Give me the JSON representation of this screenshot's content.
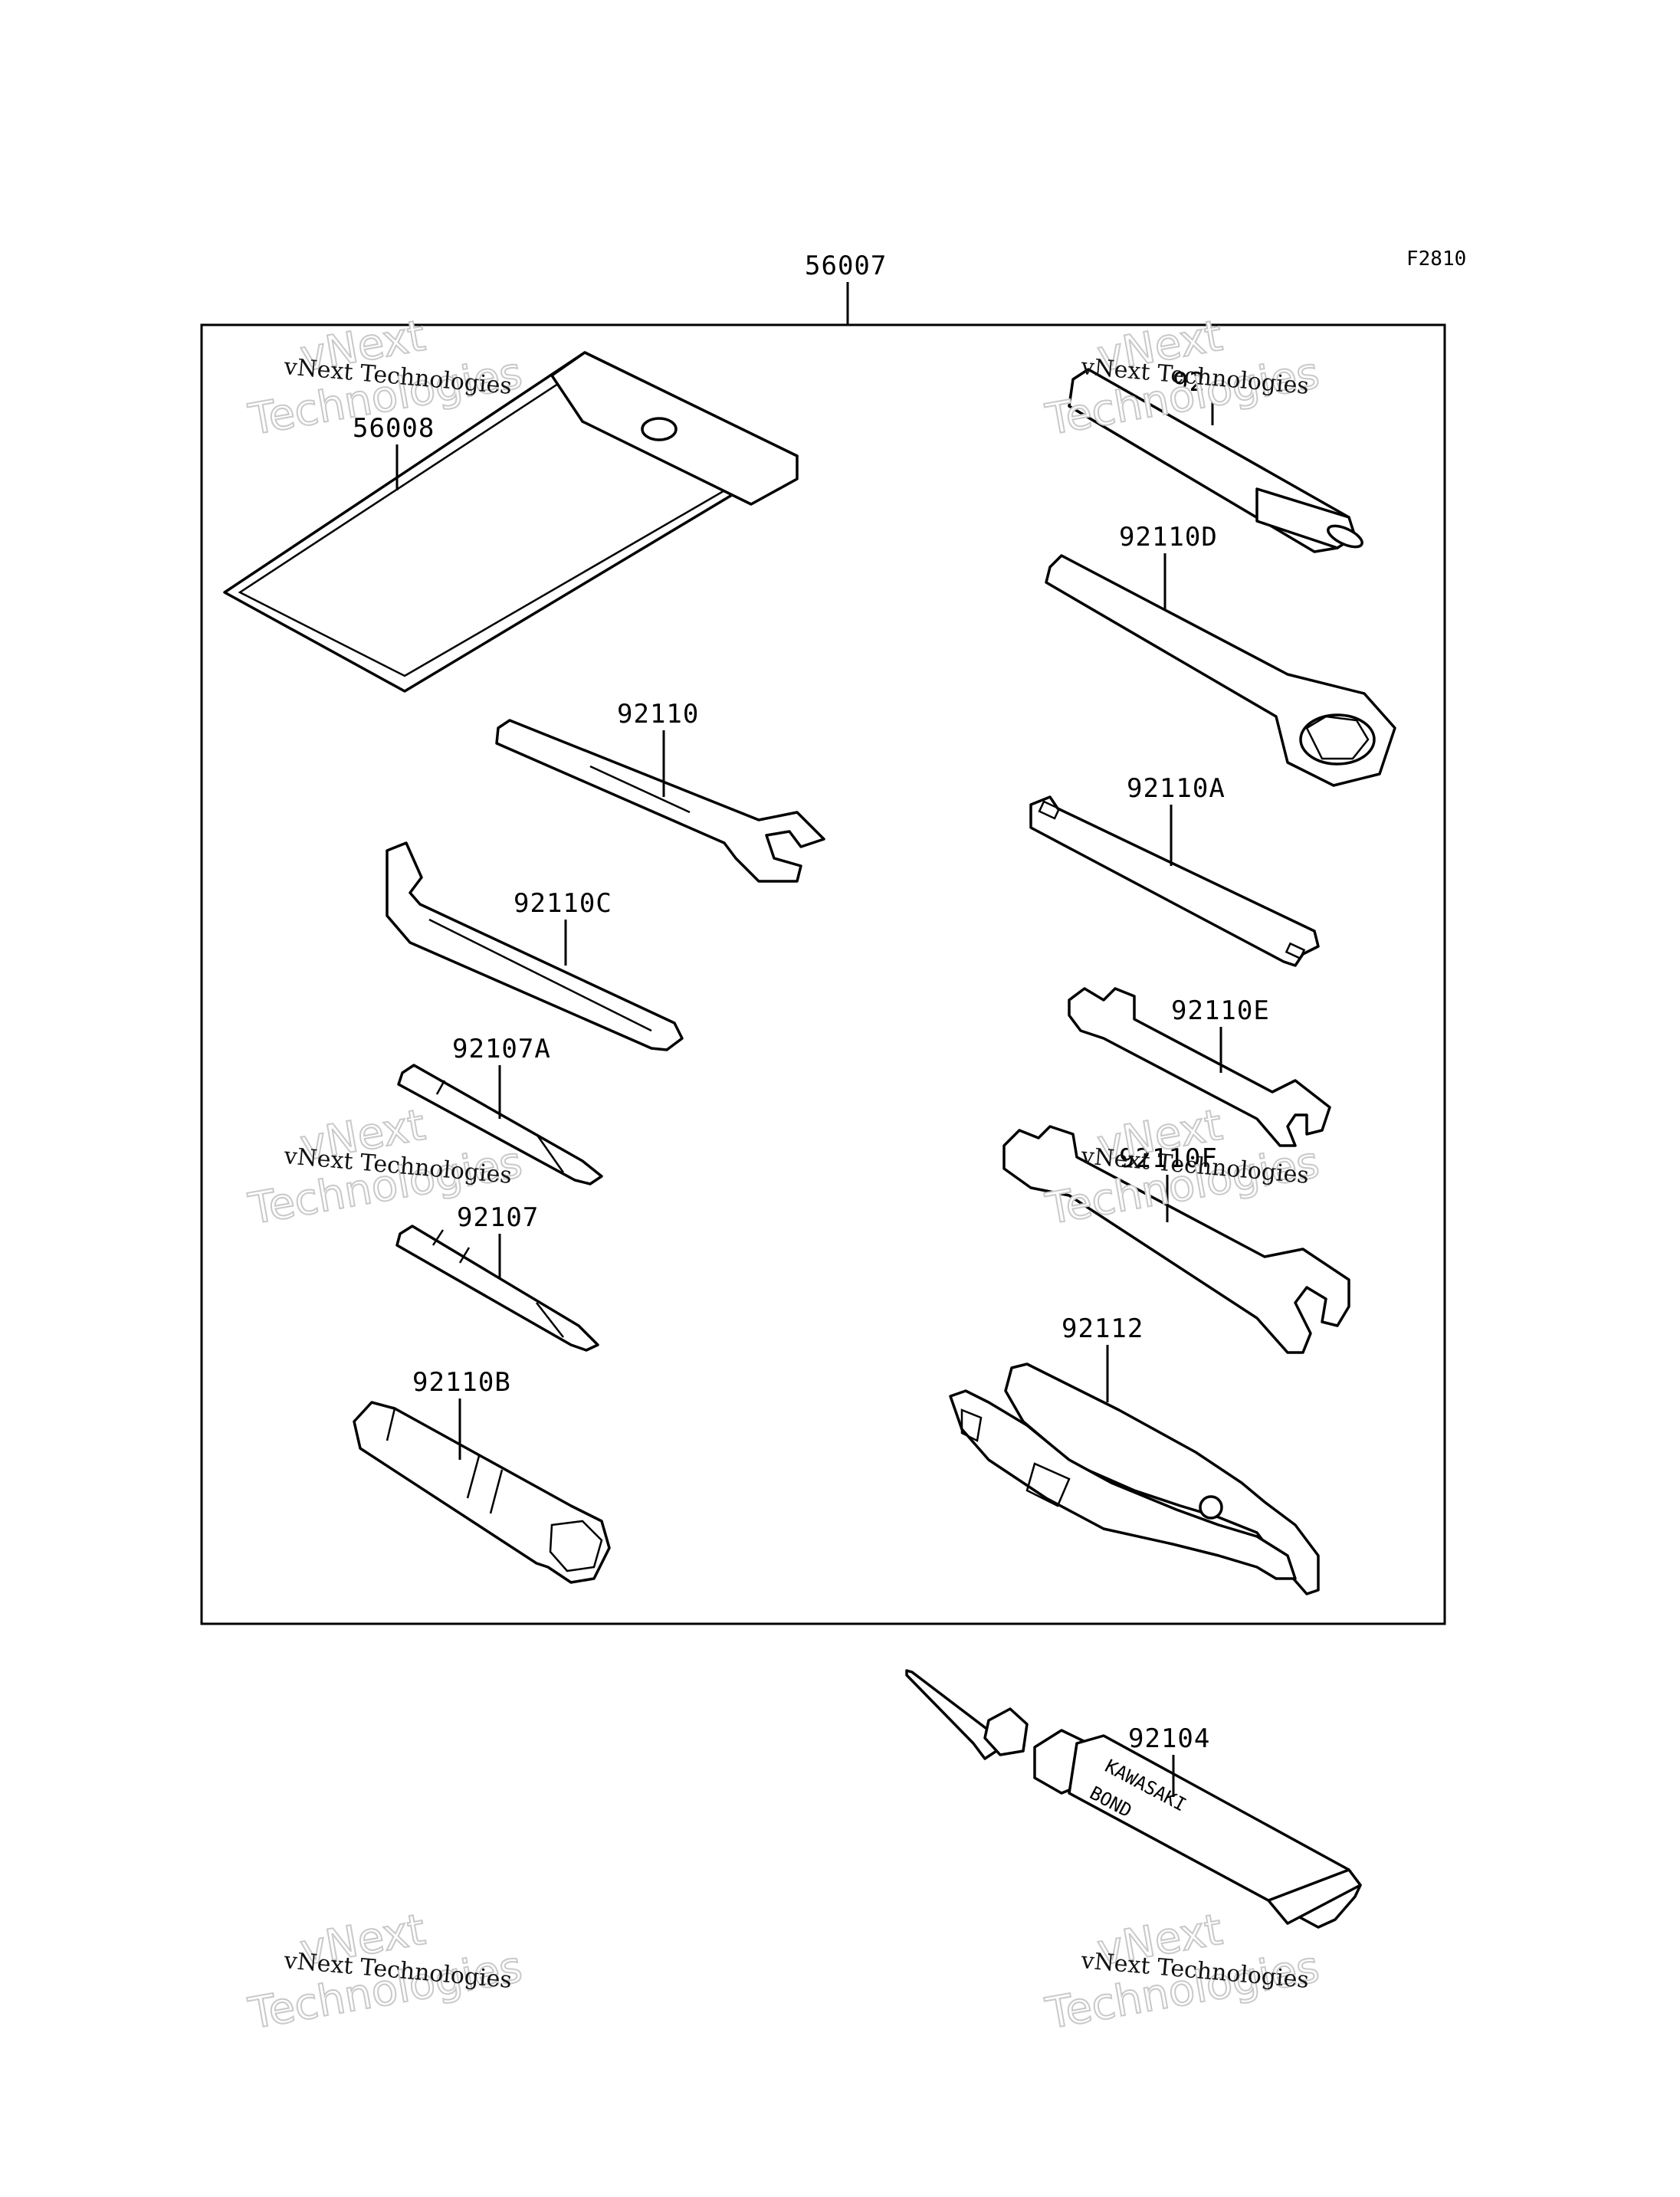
{
  "figure_code": "F2810",
  "kit": {
    "part_number": "56007"
  },
  "parts": [
    {
      "id": "56008",
      "label": "56008"
    },
    {
      "id": "92",
      "label": "92"
    },
    {
      "id": "92110D",
      "label": "92110D"
    },
    {
      "id": "92110",
      "label": "92110"
    },
    {
      "id": "92110A",
      "label": "92110A"
    },
    {
      "id": "92110C",
      "label": "92110C"
    },
    {
      "id": "92110E",
      "label": "92110E"
    },
    {
      "id": "92107A",
      "label": "92107A"
    },
    {
      "id": "92110F",
      "label": "92110F"
    },
    {
      "id": "92107",
      "label": "92107"
    },
    {
      "id": "92112",
      "label": "92112"
    },
    {
      "id": "92110B",
      "label": "92110B"
    },
    {
      "id": "92104",
      "label": "92104"
    }
  ],
  "tube_text": {
    "line1": "KAWASAKI",
    "line2": "BOND"
  },
  "watermark": {
    "line1": "vNext Technologies",
    "line2": "vNext",
    "line3": "Technologies"
  },
  "colors": {
    "ink": "#000000",
    "background": "#ffffff",
    "watermark_outline": "#c9c9c9"
  }
}
